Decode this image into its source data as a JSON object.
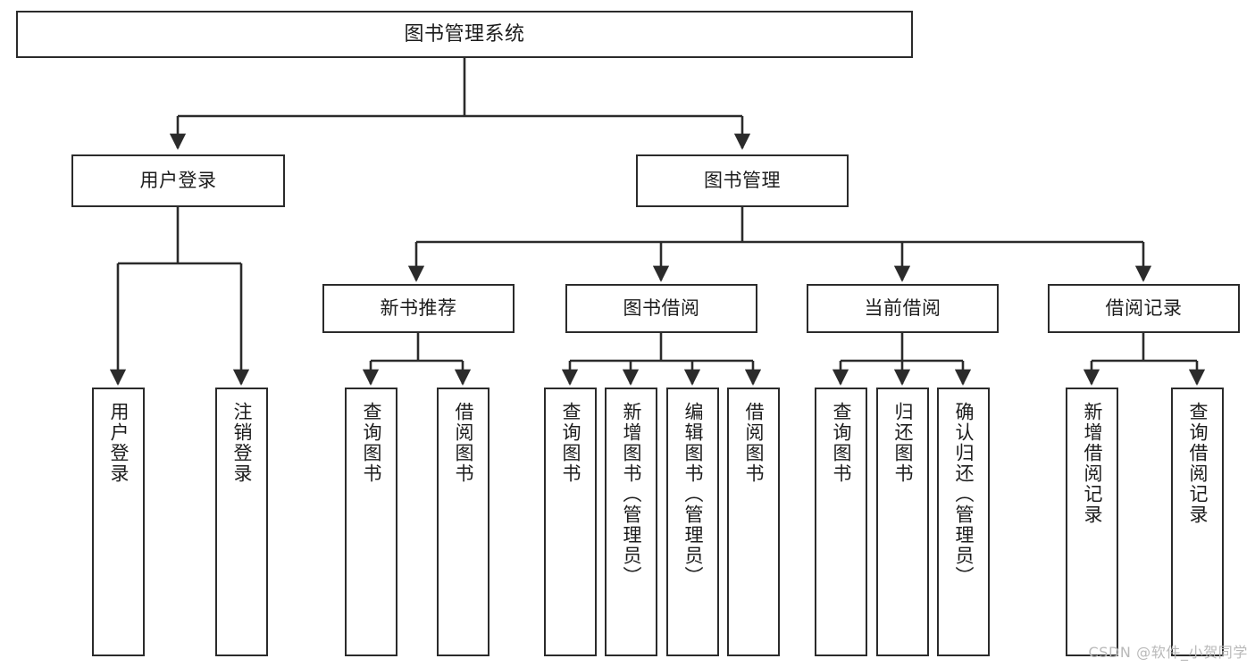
{
  "diagram": {
    "title": "图书管理系统",
    "type": "tree-hierarchy",
    "watermark": "CSDN @软件_小贺同学",
    "colors": {
      "background": "#ffffff",
      "border": "#2b2b2b",
      "text": "#1c1c1c",
      "connector": "#2b2b2b",
      "watermark": "#b9b9b9"
    },
    "levels": {
      "root": "图书管理系统",
      "level1": [
        "用户登录",
        "图书管理"
      ],
      "level2": [
        "新书推荐",
        "图书借阅",
        "当前借阅",
        "借阅记录"
      ]
    },
    "nodes": {
      "root": {
        "label": "图书管理系统"
      },
      "user_login": {
        "label": "用户登录"
      },
      "book_manage": {
        "label": "图书管理"
      },
      "new_book_rec": {
        "label": "新书推荐"
      },
      "book_borrow": {
        "label": "图书借阅"
      },
      "current_borrow": {
        "label": "当前借阅"
      },
      "borrow_record": {
        "label": "借阅记录"
      }
    },
    "leaves": {
      "user_login_1": {
        "label": "用户登录"
      },
      "user_login_2": {
        "label": "注销登录"
      },
      "new_book_1": {
        "label": "查询图书"
      },
      "new_book_2": {
        "label": "借阅图书"
      },
      "borrow_1": {
        "label": "查询图书"
      },
      "borrow_2": {
        "label": "新增图书（管理员）"
      },
      "borrow_3": {
        "label": "编辑图书（管理员）"
      },
      "borrow_4": {
        "label": "借阅图书"
      },
      "current_1": {
        "label": "查询图书"
      },
      "current_2": {
        "label": "归还图书"
      },
      "current_3": {
        "label": "确认归还（管理员）"
      },
      "record_1": {
        "label": "新增借阅记录"
      },
      "record_2": {
        "label": "查询借阅记录"
      }
    }
  }
}
